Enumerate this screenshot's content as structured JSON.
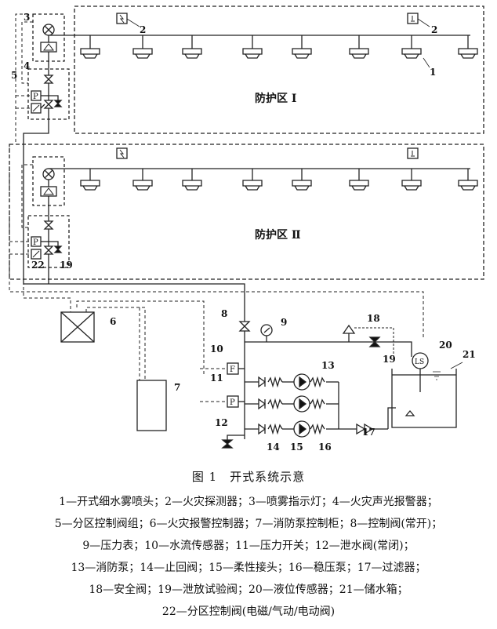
{
  "zones": {
    "zone1": "防护区 Ⅰ",
    "zone2": "防护区 Ⅱ"
  },
  "labels": {
    "n1": "1",
    "n2a": "2",
    "n2b": "2",
    "n3": "3",
    "n4": "4",
    "n5": "5",
    "n6": "6",
    "n7": "7",
    "n8": "8",
    "n9": "9",
    "n10": "10",
    "n11": "11",
    "n12": "12",
    "n13": "13",
    "n14": "14",
    "n15": "15",
    "n16": "16",
    "n17": "17",
    "n18": "18",
    "n19a": "19",
    "n19b": "19",
    "n20": "20",
    "n21": "21",
    "n22": "22"
  },
  "symbols": {
    "p1": "P",
    "p2": "P",
    "p3": "P",
    "f": "F",
    "ls": "LS"
  },
  "caption": "图 1　开式系统示意",
  "legend": [
    "1—开式细水雾喷头；2—火灾探测器；3—喷雾指示灯；4—火灾声光报警器；",
    "5—分区控制阀组；6—火灾报警控制器；7—消防泵控制柜；8—控制阀(常开)；",
    "9—压力表；10—水流传感器；11—压力开关；12—泄水阀(常闭)；",
    "13—消防泵；14—止回阀；15—柔性接头；16—稳压泵；17—过滤器；",
    "18—安全阀；19—泄放试验阀；20—液位传感器；21—储水箱；",
    "22—分区控制阀(电磁/气动/电动阀)"
  ]
}
